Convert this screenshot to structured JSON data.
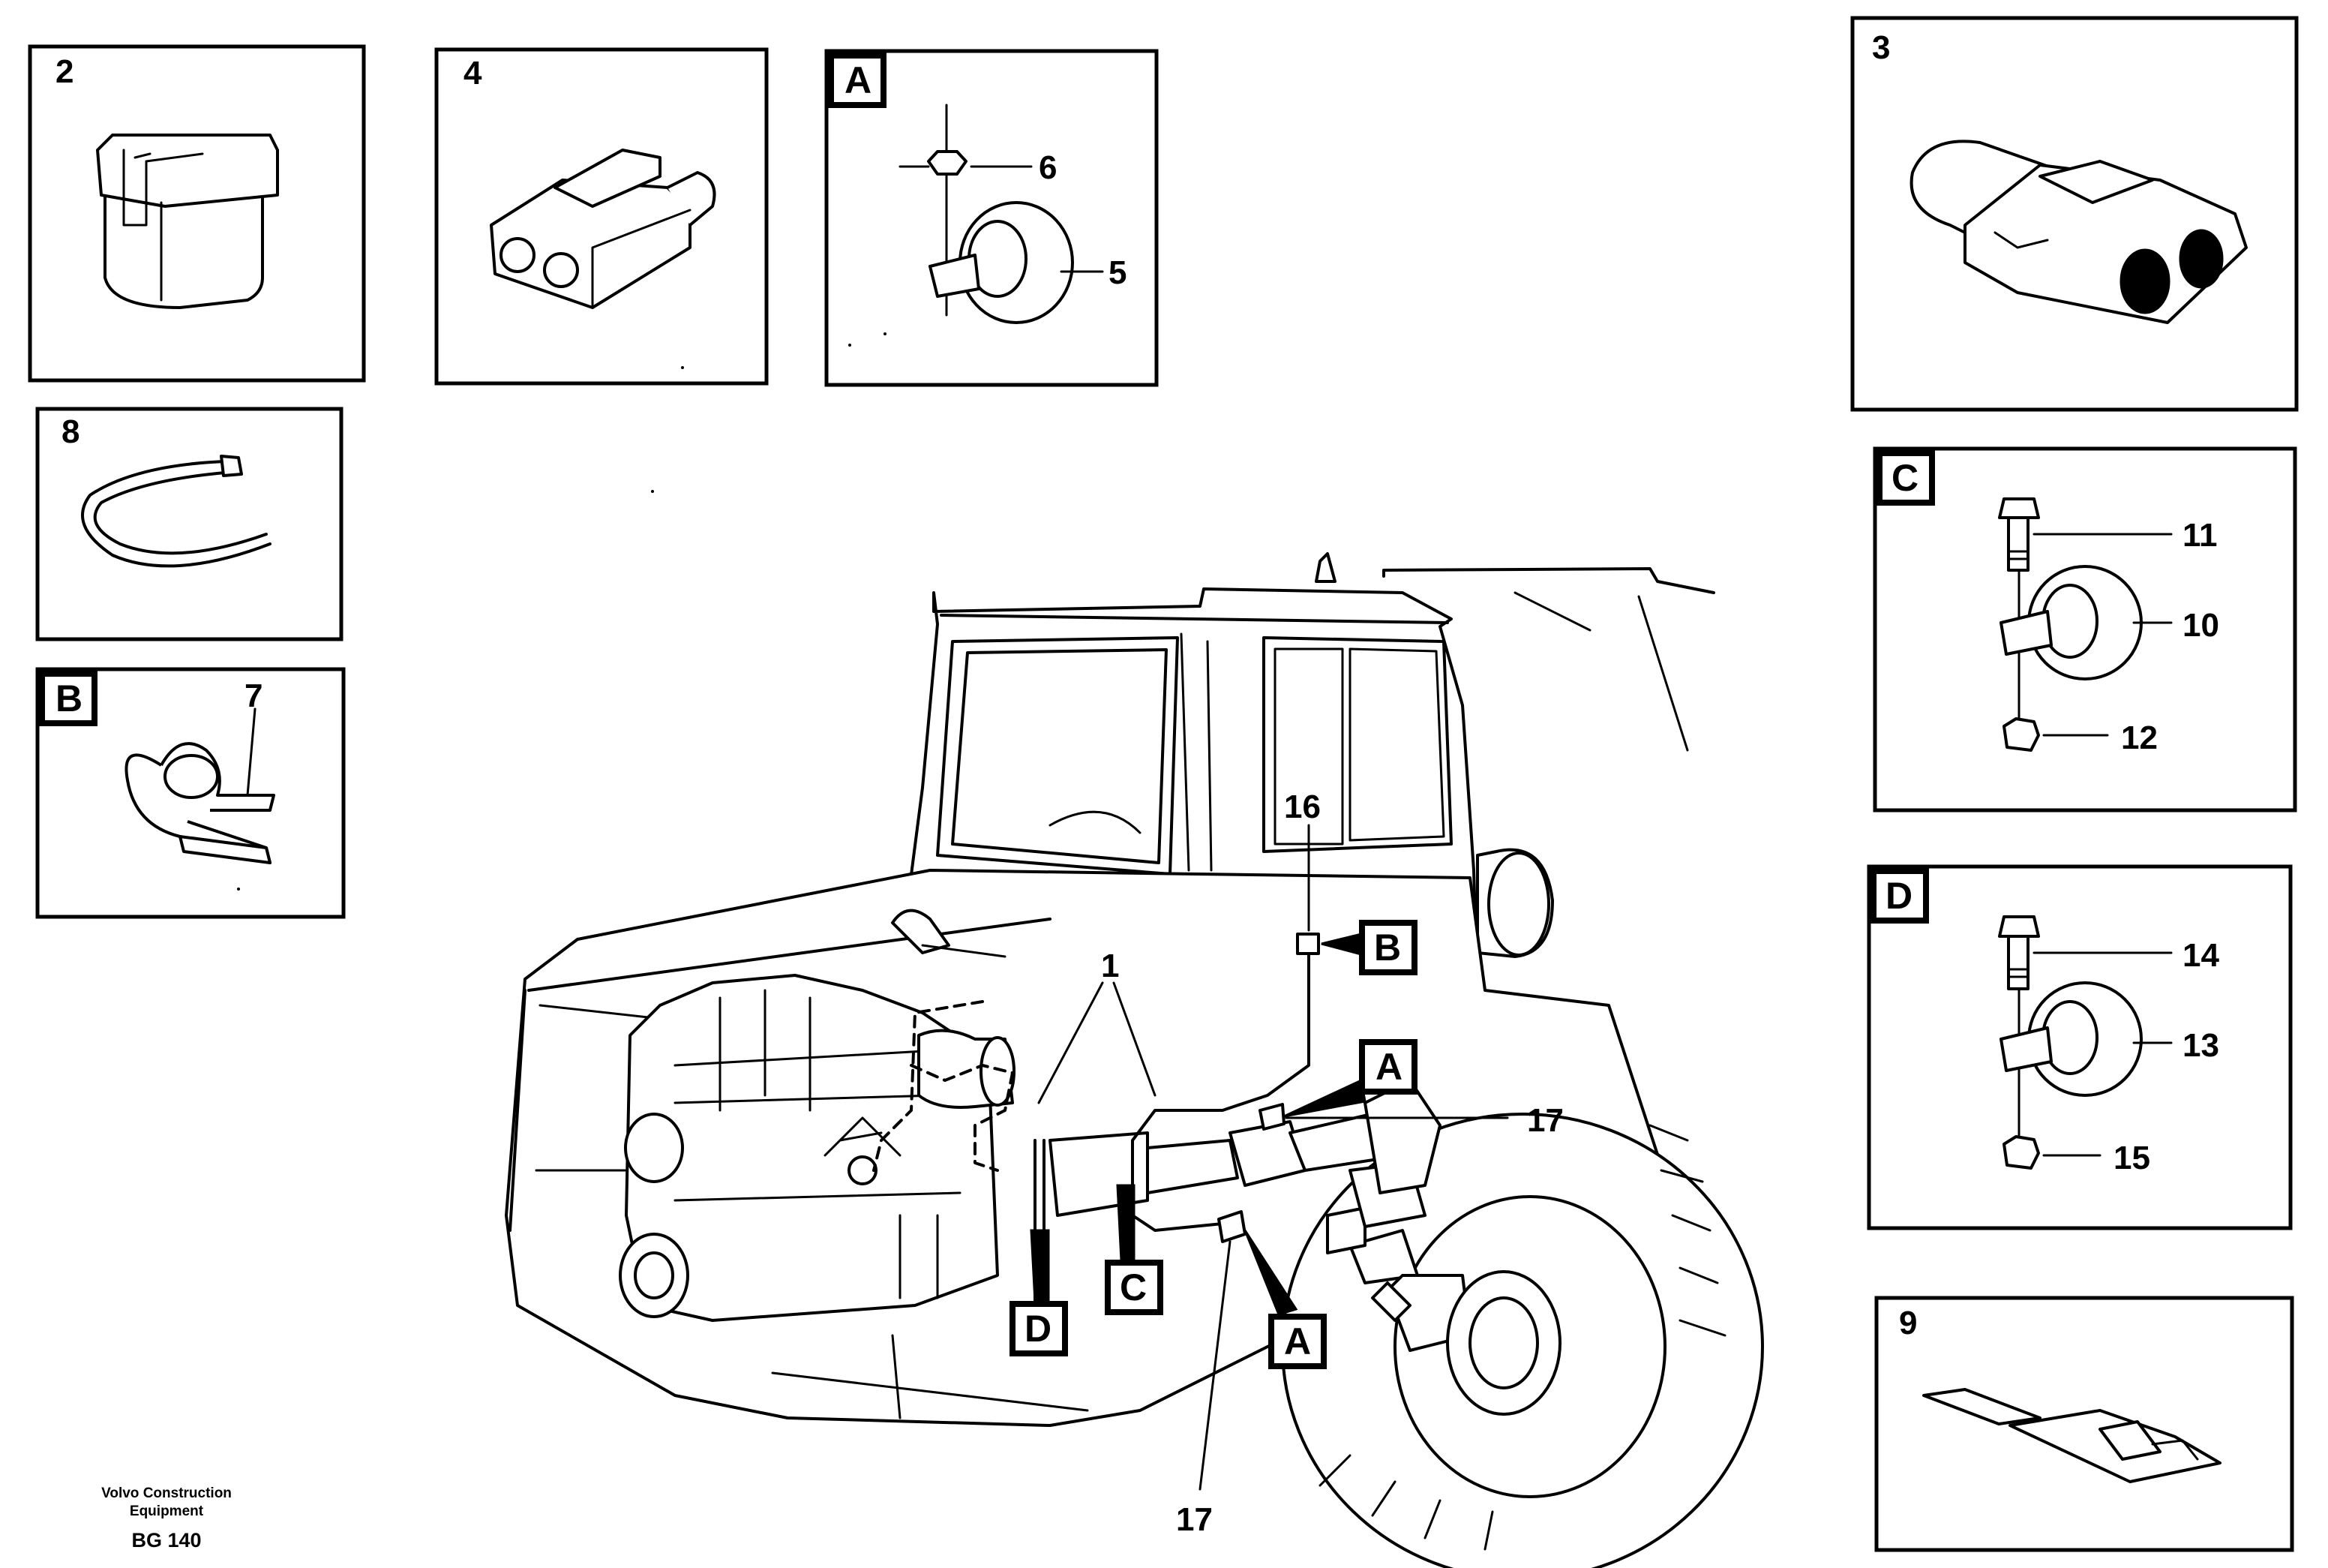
{
  "panels": {
    "p2": {
      "label": "2"
    },
    "p4": {
      "label": "4"
    },
    "pA": {
      "label": "A",
      "parts": [
        "6",
        "5"
      ]
    },
    "p3": {
      "label": "3"
    },
    "p8": {
      "label": "8"
    },
    "pB": {
      "label": "B",
      "parts": [
        "7"
      ]
    },
    "pC": {
      "label": "C",
      "parts": [
        "11",
        "10",
        "12"
      ]
    },
    "pD": {
      "label": "D",
      "parts": [
        "14",
        "13",
        "15"
      ]
    },
    "p9": {
      "label": "9"
    }
  },
  "main": {
    "callouts": {
      "c1": "1",
      "c16": "16",
      "c17a": "17",
      "c17b": "17"
    },
    "tags": {
      "B": "B",
      "A_upper": "A",
      "A_lower": "A",
      "C": "C",
      "D": "D"
    }
  },
  "footer": {
    "line1": "Volvo Construction",
    "line2": "Equipment",
    "model": "BG 140"
  }
}
